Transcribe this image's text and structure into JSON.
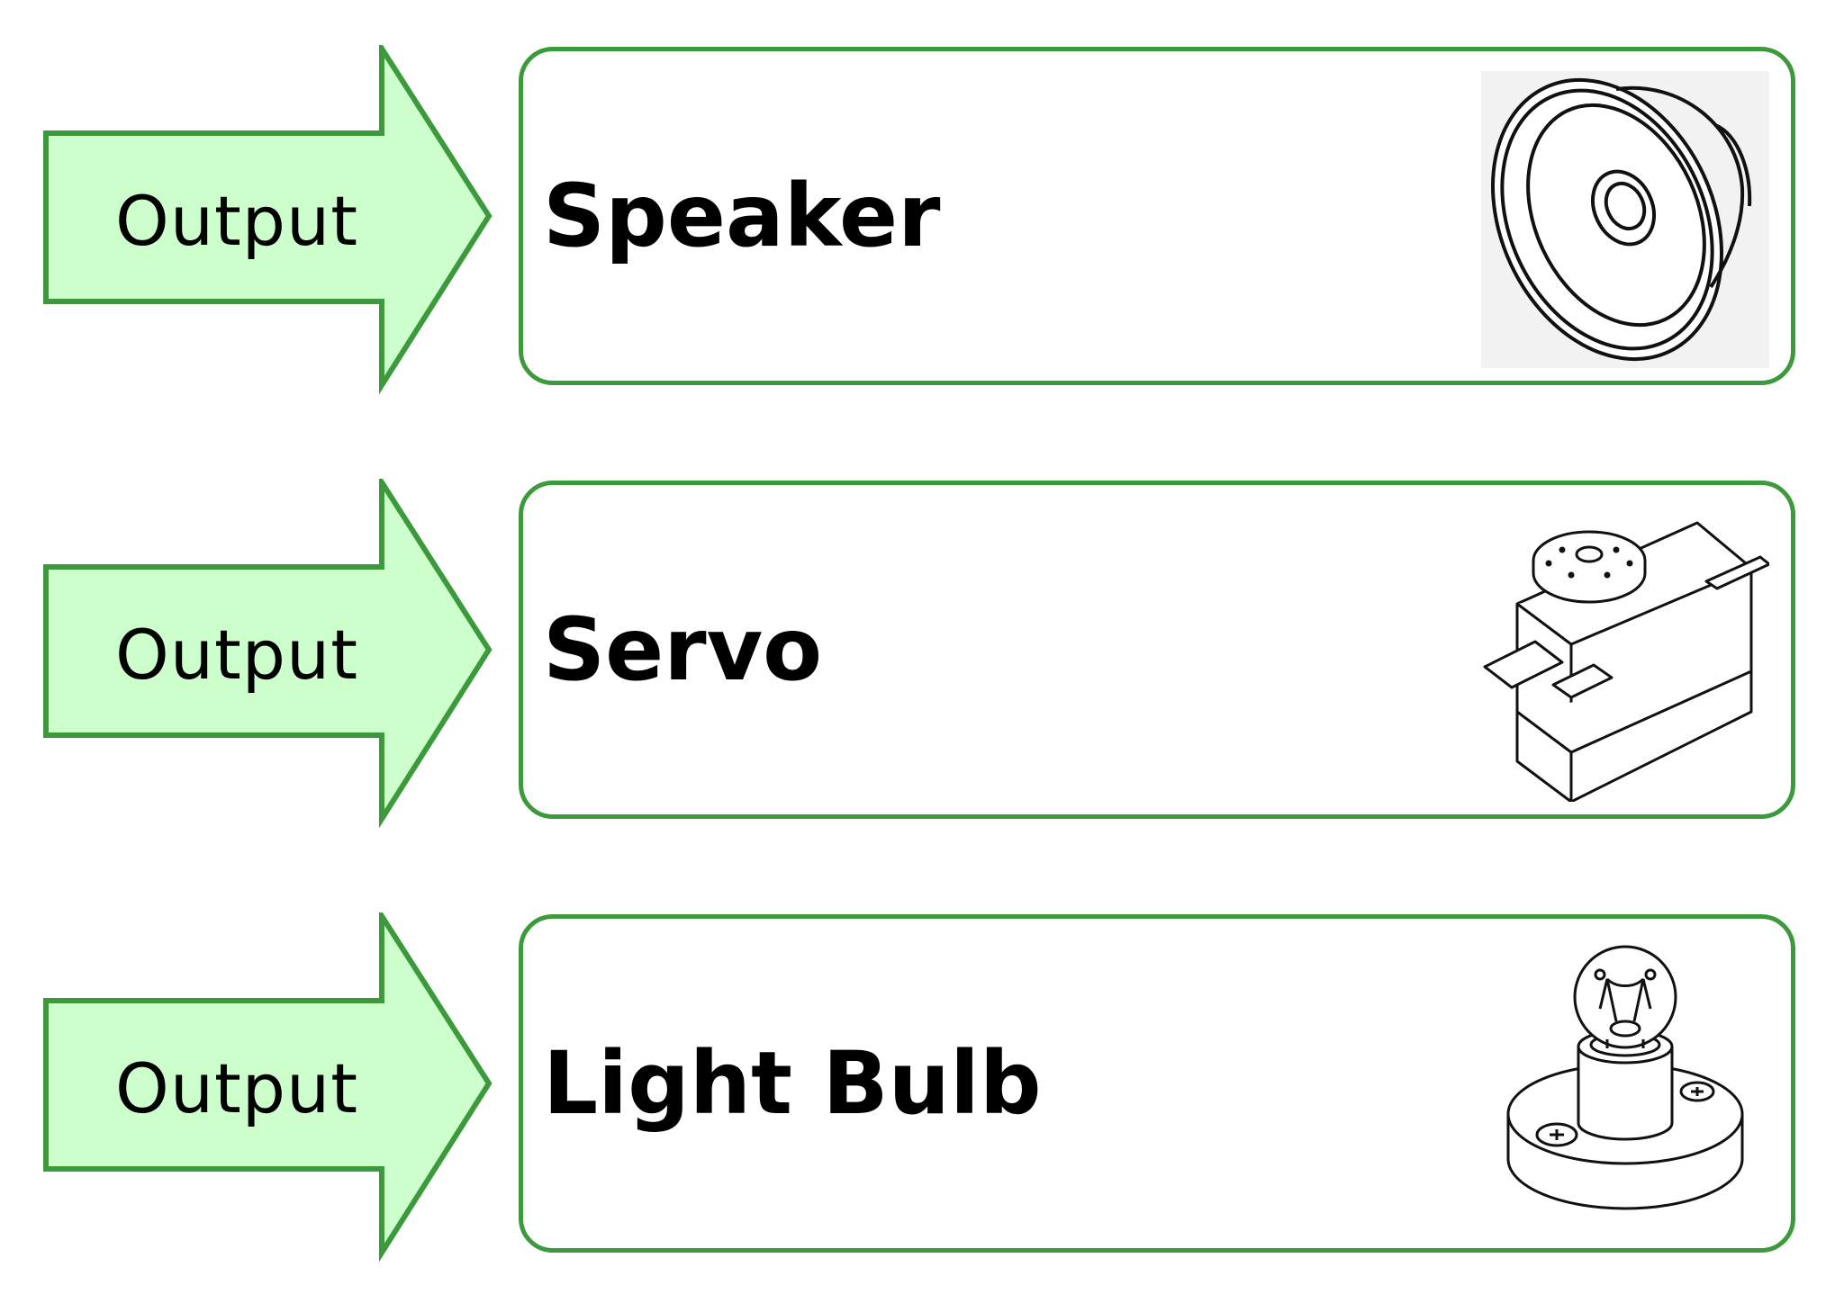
{
  "colors": {
    "arrow_fill": "#ccffcc",
    "border": "#3c9a3c",
    "text": "#000000"
  },
  "rows": [
    {
      "arrow_label": "Output",
      "component": "Speaker",
      "icon": "speaker-icon"
    },
    {
      "arrow_label": "Output",
      "component": "Servo",
      "icon": "servo-icon"
    },
    {
      "arrow_label": "Output",
      "component": "Light Bulb",
      "icon": "light-bulb-icon"
    }
  ]
}
